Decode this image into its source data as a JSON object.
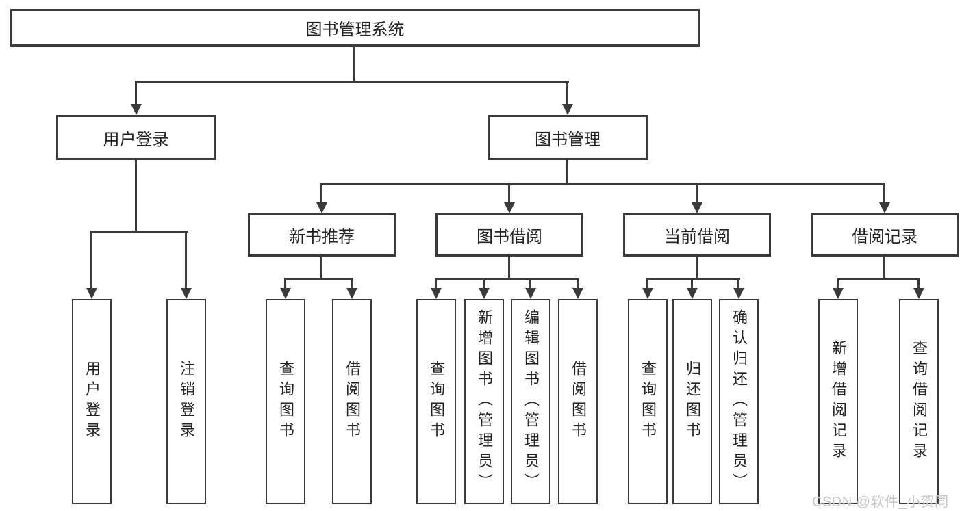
{
  "diagram": {
    "root": {
      "label": "图书管理系统"
    },
    "branches": {
      "user_login": {
        "label": "用户登录",
        "children": {
          "login": "用户登录",
          "logout": "注销登录"
        }
      },
      "book_mgmt": {
        "label": "图书管理",
        "sections": {
          "new_books": {
            "label": "新书推荐",
            "children": {
              "query": "查询图书",
              "borrow": "借阅图书"
            }
          },
          "book_borrow": {
            "label": "图书借阅",
            "children": {
              "query": "查询图书",
              "add": "新增图书（管理员）",
              "edit": "编辑图书（管理员）",
              "borrow": "借阅图书"
            }
          },
          "current_borrow": {
            "label": "当前借阅",
            "children": {
              "query": "查询图书",
              "return": "归还图书",
              "confirm": "确认归还（管理员）"
            }
          },
          "borrow_records": {
            "label": "借阅记录",
            "children": {
              "add": "新增借阅记录",
              "query": "查询借阅记录"
            }
          }
        }
      }
    }
  },
  "watermark": "CSDN @软件_小贺同学",
  "colors": {
    "line": "#3a3a3a",
    "text": "#222222",
    "watermark": "#c6c6c6",
    "background": "#ffffff"
  }
}
